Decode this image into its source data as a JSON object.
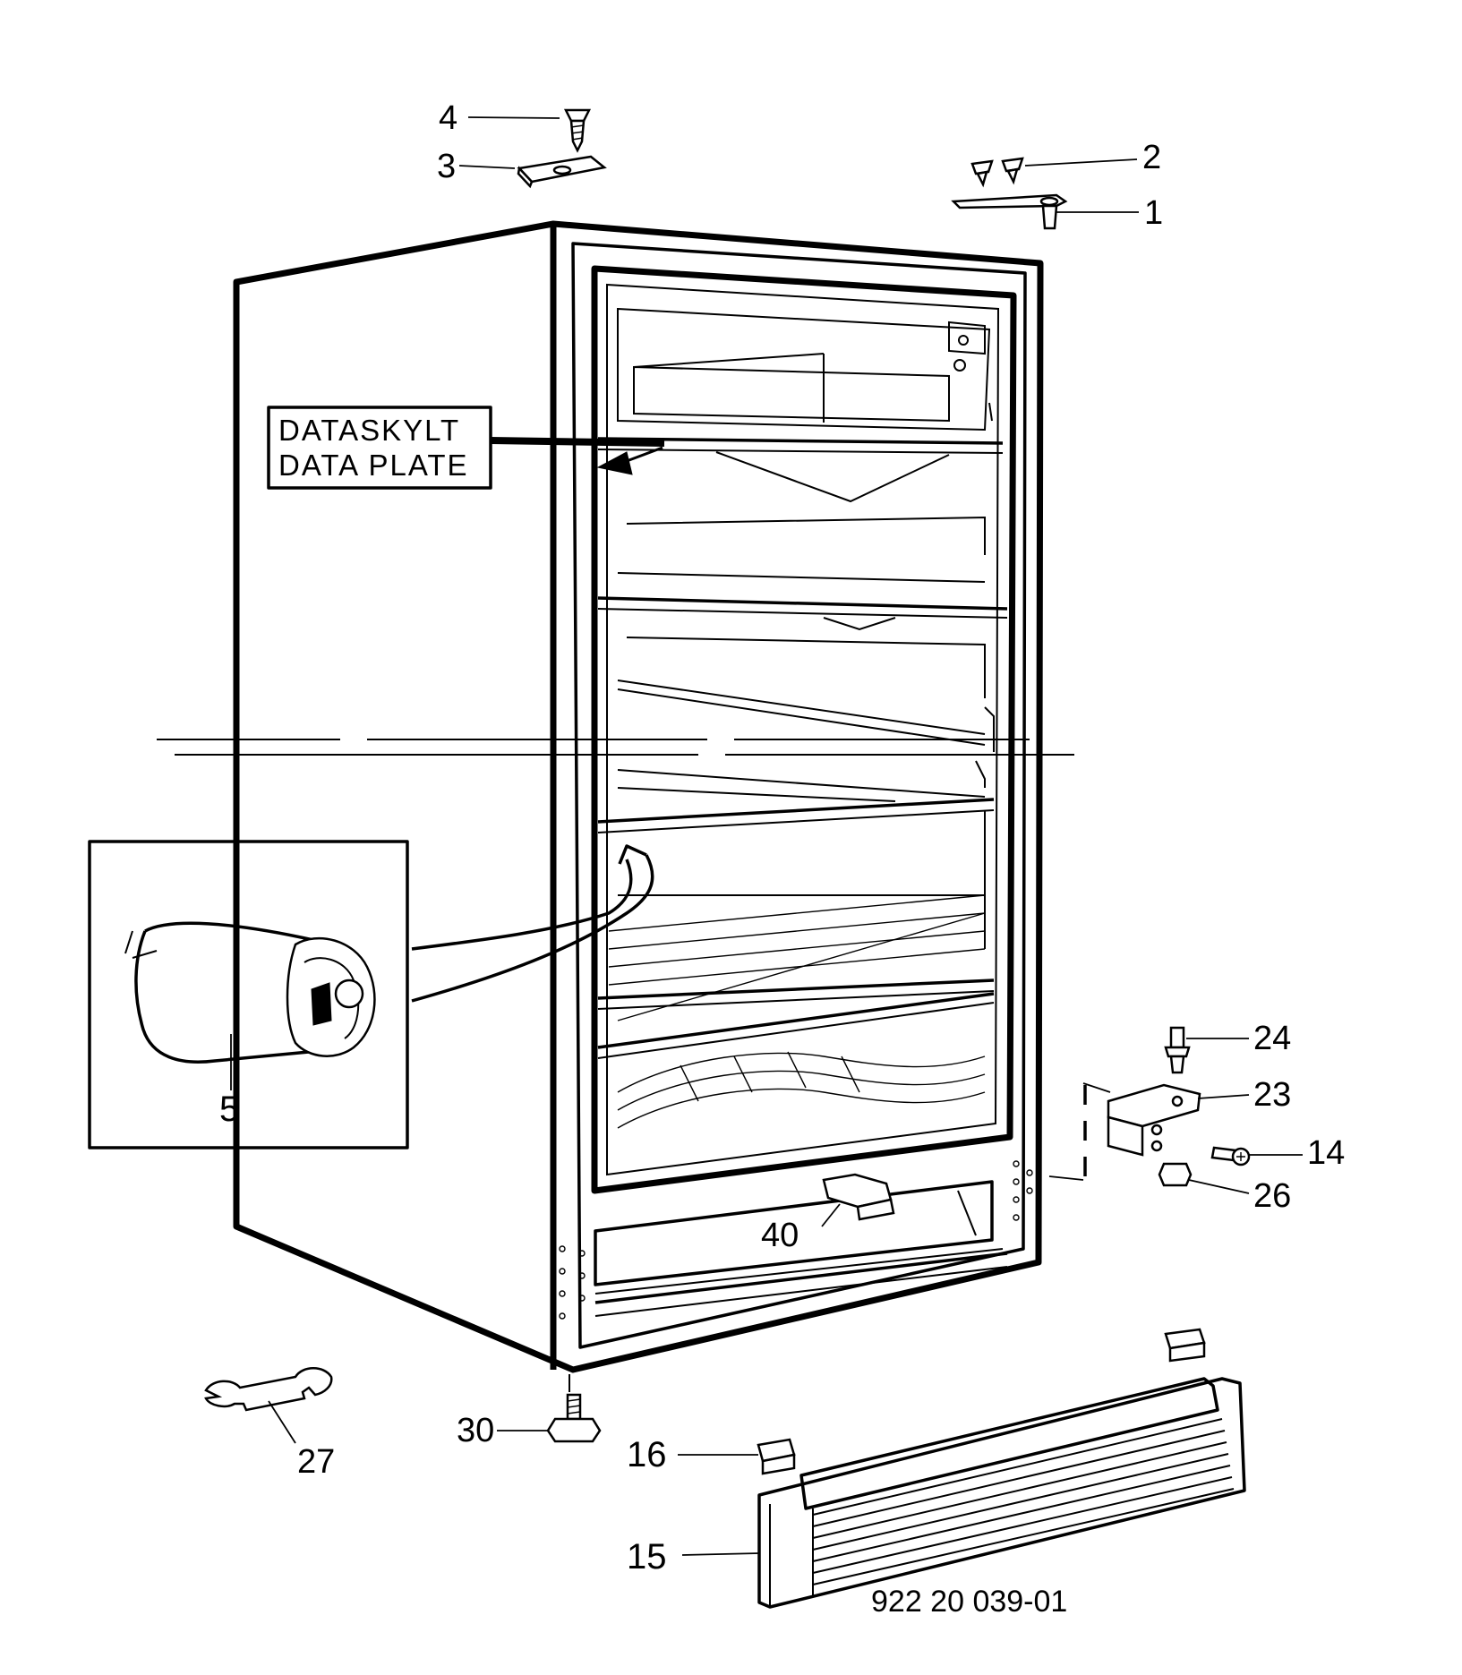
{
  "data_plate": {
    "line1": "DATASKYLT",
    "line2": "DATA PLATE"
  },
  "drawing_code": "922 20 039-01",
  "callouts": {
    "p1": "1",
    "p2": "2",
    "p3": "3",
    "p4": "4",
    "p5": "5",
    "p14": "14",
    "p15": "15",
    "p16": "16",
    "p23": "23",
    "p24": "24",
    "p26": "26",
    "p27": "27",
    "p30": "30",
    "p40": "40"
  }
}
